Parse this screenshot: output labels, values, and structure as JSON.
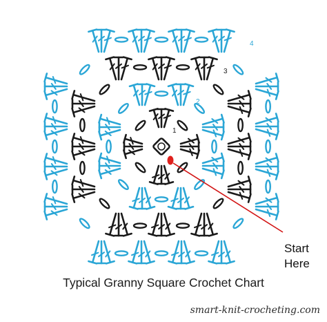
{
  "title": "Typical Granny Square Crochet Chart",
  "credit": "smart-knit-crocheting.com",
  "callout": {
    "line1": "Start",
    "line2": "Here"
  },
  "round_numbers": [
    "1",
    "2",
    "3",
    "4"
  ],
  "colors": {
    "round_blue": "#2aa6d6",
    "round_black": "#1a1a1a",
    "start_marker": "#e0201c",
    "pointer_line": "#d21414"
  },
  "rounds": [
    {
      "number": "1",
      "color": "round_black",
      "groups_per_side": 1
    },
    {
      "number": "2",
      "color": "round_blue",
      "groups_per_side": 2
    },
    {
      "number": "3",
      "color": "round_black",
      "groups_per_side": 3
    },
    {
      "number": "4",
      "color": "round_blue",
      "groups_per_side": 4
    }
  ]
}
